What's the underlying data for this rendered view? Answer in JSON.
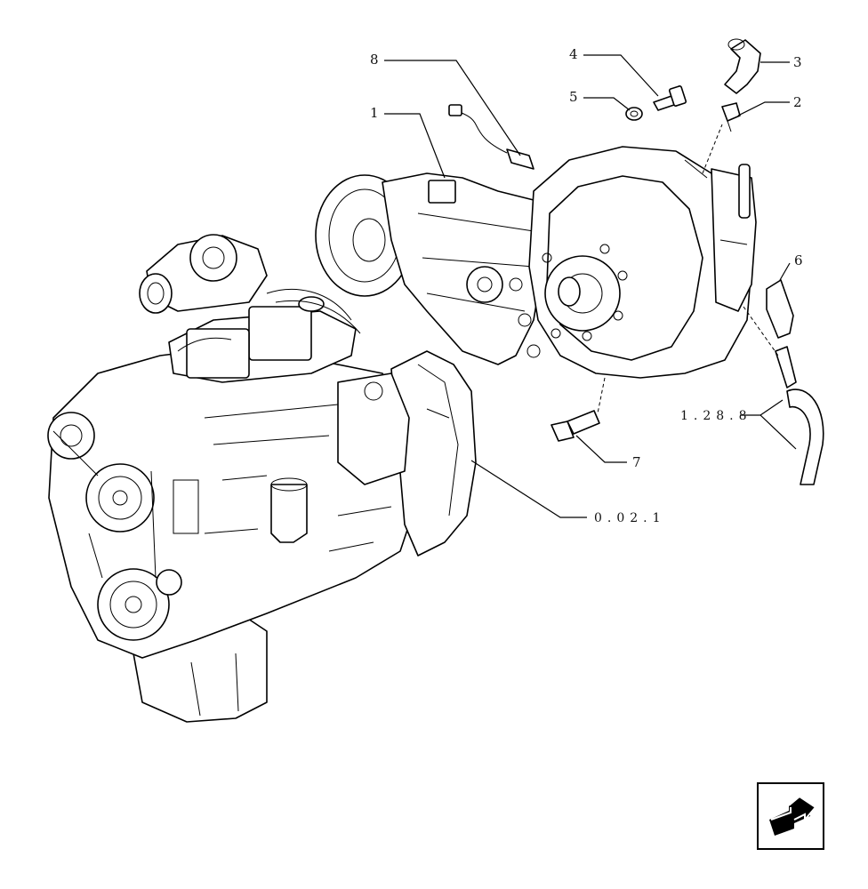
{
  "diagram": {
    "callouts": [
      {
        "id": "8",
        "text": "8"
      },
      {
        "id": "1",
        "text": "1"
      },
      {
        "id": "4",
        "text": "4"
      },
      {
        "id": "5",
        "text": "5"
      },
      {
        "id": "3",
        "text": "3"
      },
      {
        "id": "2",
        "text": "2"
      },
      {
        "id": "6",
        "text": "6"
      },
      {
        "id": "7",
        "text": "7"
      }
    ],
    "references": [
      {
        "id": "ref-1-28-8",
        "text": "1.28.8"
      },
      {
        "id": "ref-0-02-1",
        "text": "0.02.1"
      }
    ]
  },
  "nav": {
    "icon": "return-arrow-icon"
  }
}
